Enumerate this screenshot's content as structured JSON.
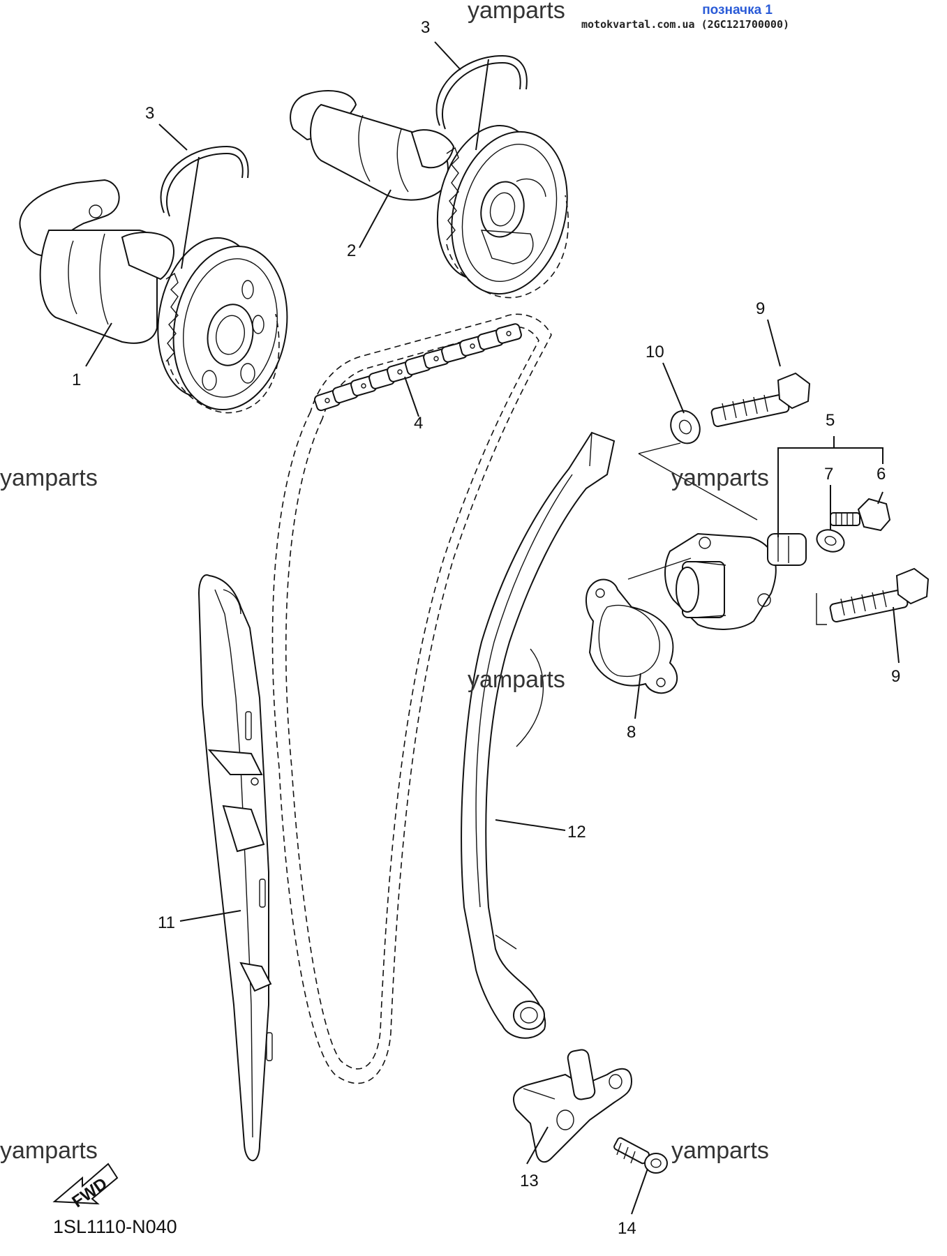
{
  "header": {
    "label": "позначка 1",
    "source": "motokvartal.com.ua (2GC121700000)"
  },
  "watermarks": [
    "yamparts",
    "yamparts",
    "yamparts",
    "yamparts",
    "yamparts",
    "yamparts"
  ],
  "diagram_code": "1SL1110-N040",
  "fwd_label": "FWD",
  "callouts": [
    "1",
    "2",
    "3",
    "3",
    "4",
    "5",
    "6",
    "7",
    "8",
    "9",
    "9",
    "10",
    "11",
    "12",
    "13",
    "14"
  ]
}
